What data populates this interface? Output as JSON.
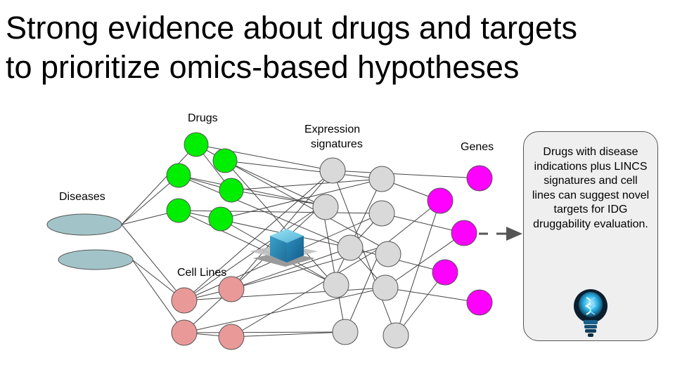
{
  "title": {
    "line1": "Strong evidence about drugs and targets",
    "line2": "to prioritize omics-based hypotheses"
  },
  "labels": {
    "drugs": "Drugs",
    "expression": "Expression",
    "signatures": "signatures",
    "genes": "Genes",
    "diseases": "Diseases",
    "cell_lines": "Cell Lines"
  },
  "info_box": {
    "text": "Drugs with disease indications plus LINCS signatures and cell lines can suggest novel targets for IDG druggability evaluation."
  },
  "colors": {
    "drug": "#00ee00",
    "disease": "#a2c4c9",
    "cell_line": "#ea9999",
    "expression": "#d9d9d9",
    "gene": "#ff00ff",
    "edge": "#444444",
    "arrow": "#555555",
    "box_fill": "#efefef"
  },
  "icons": [
    "data-cube-icon",
    "lightbulb-icon",
    "dashed-arrow-icon"
  ]
}
